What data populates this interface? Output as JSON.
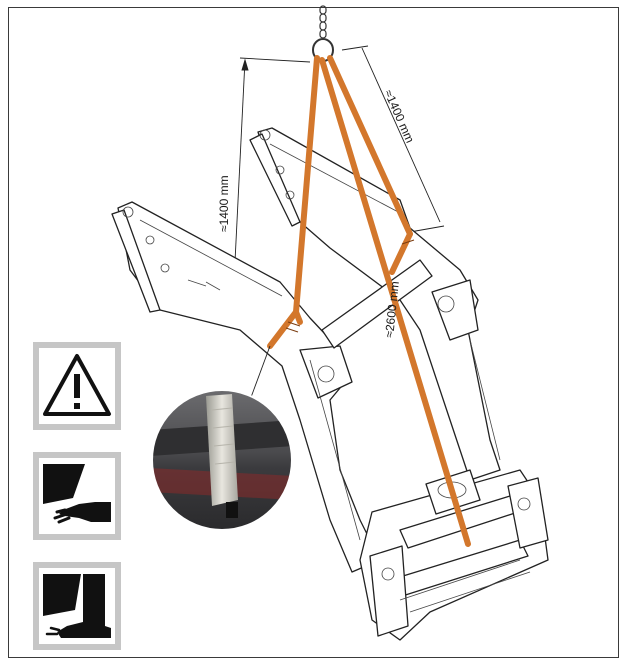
{
  "dimensions": {
    "sling_height_left": "≈1400 mm",
    "sling_length_right": "≈1400 mm",
    "sling_length_long": "≈2600 mm"
  },
  "colors": {
    "sling": "#d3772c",
    "line": "#222222",
    "pictogram_frame": "#c6c6c6",
    "detail_bg": "#3b3b3e"
  },
  "icons": [
    "warning-triangle-icon",
    "hand-crush-hazard-icon",
    "foot-crush-hazard-icon"
  ]
}
